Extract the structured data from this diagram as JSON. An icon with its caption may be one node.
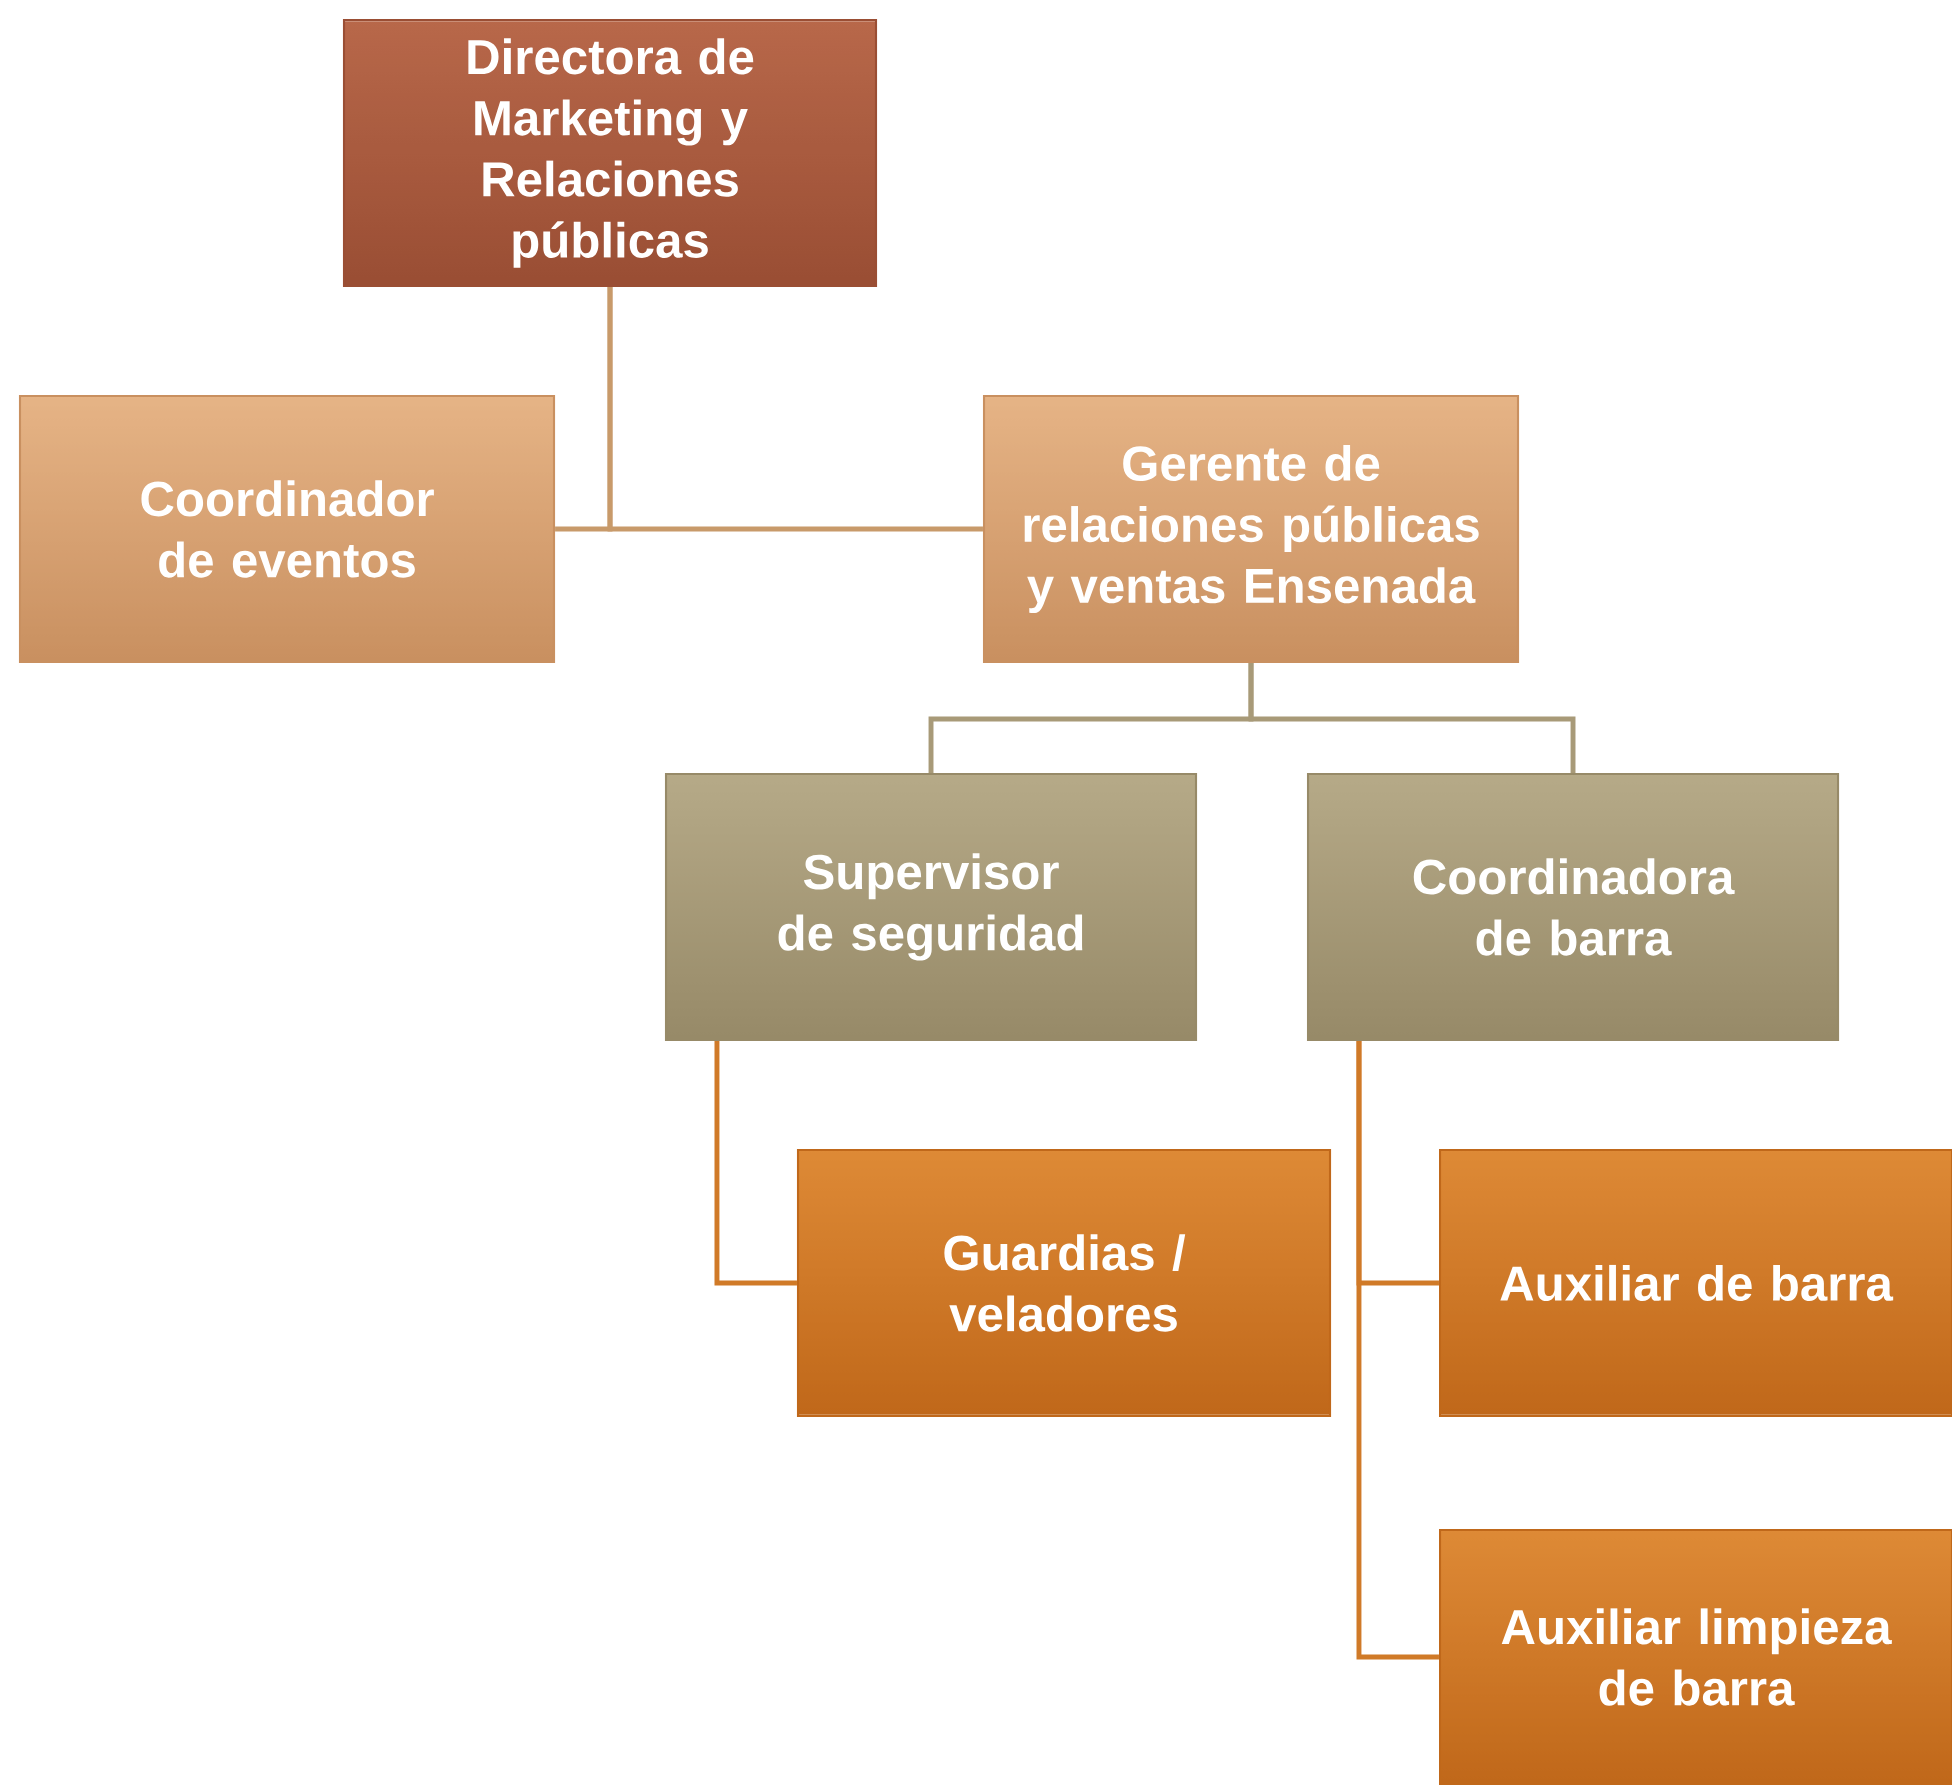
{
  "diagram": {
    "nodes": [
      {
        "text": [
          "Directora de Marketing y Relaciones públicas"
        ]
      },
      {
        "text": [
          "Coordinador de eventos"
        ]
      },
      {
        "text": [
          "Gerente de relaciones públicas y ventas Ensenada"
        ]
      },
      {
        "text": [
          "Supervisor de seguridad"
        ]
      },
      {
        "text": [
          "Coordinadora de barra"
        ]
      },
      {
        "text": [
          "Guardias / veladores"
        ]
      },
      {
        "text": [
          "Auxiliar de barra"
        ]
      },
      {
        "text": [
          "Auxiliar limpieza de barra"
        ]
      }
    ],
    "edges": [
      {
        "from": 0,
        "to": 1,
        "arrow": "none",
        "color": "#c89a6a"
      },
      {
        "from": 0,
        "to": 2,
        "arrow": "none",
        "color": "#c89a6a"
      },
      {
        "from": 2,
        "to": 3,
        "arrow": "none",
        "color": "#a89a78"
      },
      {
        "from": 2,
        "to": 4,
        "arrow": "none",
        "color": "#a89a78"
      },
      {
        "from": 3,
        "to": 5,
        "arrow": "none"
      },
      {
        "from": 4,
        "to": 6,
        "arrow": "none"
      },
      {
        "from": 4,
        "to": 7,
        "arrow": "none"
      }
    ]
  }
}
